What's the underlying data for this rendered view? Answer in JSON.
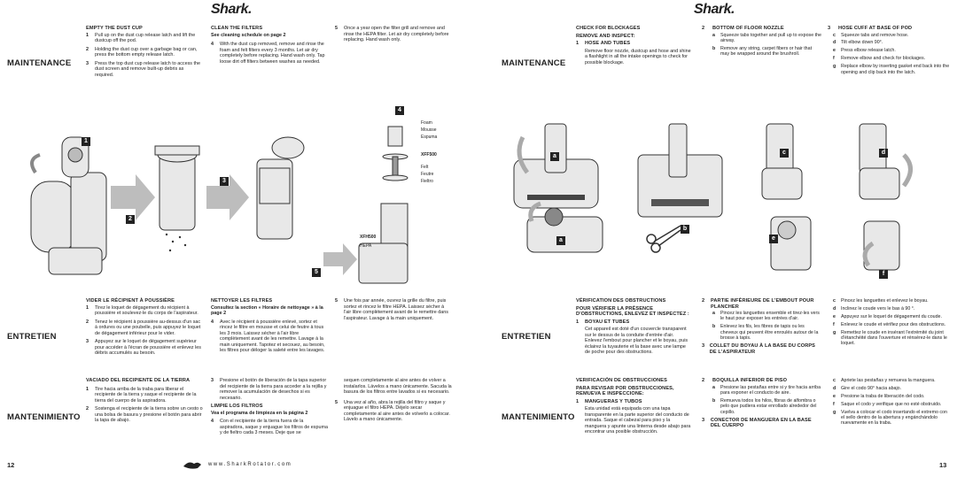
{
  "left_page": {
    "logo": "Shark.",
    "label_maintenance": "MAINTENANCE",
    "label_entretien": "ENTRETIEN",
    "label_mantenimiento": "MANTENIMIENTO",
    "en_col1": {
      "heading": "EMPTY THE DUST CUP",
      "steps": [
        {
          "n": "1",
          "t": "Pull up on the dust cup release latch and lift the dustcup off the pod."
        },
        {
          "n": "2",
          "t": "Holding the dust cup over a garbage bag or can, press the bottom empty release latch."
        },
        {
          "n": "3",
          "t": "Press the top dust cup release latch to access the dust screen and remove built-up debris as required."
        }
      ]
    },
    "en_col2": {
      "heading": "CLEAN THE FILTERS",
      "sub": "See cleaning schedule on page 2",
      "steps": [
        {
          "n": "4",
          "t": "With the dust cup removed, remove and rinse the foam and felt filters every 3 months. Let air dry completely before replacing. Hand wash only. Tap loose dirt off filters between washes as needed."
        }
      ]
    },
    "en_col3": {
      "steps": [
        {
          "n": "5",
          "t": "Once a year open the filter grill and remove and rinse the HEPA filter. Let air dry completely before replacing. Hand wash only."
        }
      ]
    },
    "filter_labels": {
      "foam": "Foam",
      "mousse": "Mousse",
      "espuma": "Espuma",
      "model1": "XFF500",
      "felt": "Felt",
      "feutre": "Feutre",
      "fieltro": "Fieltro",
      "model2": "XFH500",
      "hepa": "HEPA"
    },
    "step_markers": [
      "1",
      "2",
      "3",
      "4",
      "5"
    ],
    "fr_col1": {
      "heading": "VIDER LE RÉCIPIENT À POUSSIÈRE",
      "steps": [
        {
          "n": "1",
          "t": "Tirez le loquet de dégagement du récipient à poussière et soulevez-le du corps de l'aspirateur."
        },
        {
          "n": "2",
          "t": "Tenez le récipient à poussière au-dessus d'un sac à ordures ou une poubelle, puis appuyez le loquet de dégagement inférieur pour le vider."
        },
        {
          "n": "3",
          "t": "Appuyez sur le loquet de dégagement supérieur pour accéder à l'écran de poussière et enlevez les débris accumulés au besoin."
        }
      ]
    },
    "fr_col2": {
      "heading": "NETTOYER LES FILTRES",
      "sub": "Consultez la section « Horaire de nettoyage » à la page 2",
      "steps": [
        {
          "n": "4",
          "t": "Avec le récipient à poussière enlevé, sortez et rincez le filtre en mousse et celui de feutre à tous les 3 mois. Laissez sécher à l'air libre complètement avant de les remettre. Lavage à la main uniquement. Tapotez et secouez, au besoin, les filtres pour déloger la saleté entre les lavages."
        }
      ]
    },
    "fr_col3": {
      "steps": [
        {
          "n": "5",
          "t": "Une fois par année, ouvrez la grille du filtre, puis sortez et rincez le filtre HEPA. Laissez sécher à l'air libre complètement avant de le remettre dans l'aspirateur. Lavage à la main uniquement."
        }
      ]
    },
    "es_col1": {
      "heading": "VACIADO DEL RECIPIENTE DE LA TIERRA",
      "steps": [
        {
          "n": "1",
          "t": "Tire hacia arriba de la traba para liberar el recipiente de la tierra y saque el recipiente de la tierra del cuerpo de la aspiradora."
        },
        {
          "n": "2",
          "t": "Sostenga el recipiente de la tierra sobre un cesto o una bolsa de basura y presione el botón para abrir la tapa de abajo."
        }
      ]
    },
    "es_col2": {
      "steps": [
        {
          "n": "3",
          "t": "Presione el botón de liberación de la tapa superior del recipiente de la tierra para acceder a la rejilla y remover la acumulación de desechos si es necesario."
        }
      ],
      "heading": "LIMPIE LOS FILTROS",
      "sub": "Vea el programa de limpieza en la página 2",
      "steps2": [
        {
          "n": "4",
          "t": "Con el recipiente de la tierra fuera de la aspiradora, saque y enjuague los filtros de espuma y de fieltro cada 3 meses. Deje que se"
        }
      ]
    },
    "es_col3": {
      "cont": "sequen completamente al aire antes de volver a instalarlos. Lávelos a mano únicamente. Sacuda la basura de los filtros entre lavados si es necesario.",
      "steps": [
        {
          "n": "5",
          "t": "Una vez al año, abra la rejilla del filtro y saque y enjuague el filtro HEPA. Déjelo secar completamente al aire antes de volverlo a colocar. Lávelo a mano únicamente."
        }
      ]
    },
    "page_number": "12"
  },
  "footer": {
    "url": "www.SharkRotator.com"
  },
  "right_page": {
    "logo": "Shark.",
    "label_maintenance": "MAINTENANCE",
    "label_entretien": "ENTRETIEN",
    "label_mantenimiento": "MANTENIMIENTO",
    "en_col1": {
      "heading": "CHECK FOR BLOCKAGES",
      "sub": "REMOVE AND INSPECT:",
      "item_heading": {
        "n": "1",
        "t": "HOSE AND TUBES"
      },
      "body": "Remove floor nozzle, dustcup and hose and shine a flashlight in all the intake openings to check for possible blockage."
    },
    "en_col2": {
      "item_heading": {
        "n": "2",
        "t": "BOTTOM OF FLOOR NOZZLE"
      },
      "items": [
        {
          "n": "a",
          "t": "Squeeze tabs together and pull up to expose the airway."
        },
        {
          "n": "b",
          "t": "Remove any string, carpet fibers or hair that may be wrapped around the brushroll."
        }
      ]
    },
    "en_col3": {
      "item_heading": {
        "n": "3",
        "t": "HOSE CUFF AT BASE OF POD"
      },
      "items": [
        {
          "n": "c",
          "t": "Squeeze tabs and remove hose."
        },
        {
          "n": "d",
          "t": "Tilt elbow down 90°."
        },
        {
          "n": "e",
          "t": "Press elbow release latch."
        },
        {
          "n": "f",
          "t": "Remove elbow and check for blockages."
        },
        {
          "n": "g",
          "t": "Replace elbow by inserting gasket end back into the opening and clip back into the latch."
        }
      ]
    },
    "figure_markers": [
      "a",
      "b",
      "c",
      "d",
      "e",
      "f"
    ],
    "fr_col1": {
      "heading": "VÉRIFICATION DES OBSTRUCTIONS",
      "sub": "POUR VÉRIFIER LA PRÉSENCE D'OBSTRUCTIONS, ENLEVEZ ET INSPECTEZ :",
      "item_heading": {
        "n": "1",
        "t": "BOYAU ET TUBES"
      },
      "body": "Cet appareil est doté d'un couvercle transparent sur le dessus de la conduite d'entrée d'air. Enlevez l'embout pour plancher et le boyau, puis éclairez la tuyauterie et la base avec une lampe de poche pour des obstructions."
    },
    "fr_col2": {
      "item_heading": {
        "n": "2",
        "t": "PARTIE INFÉRIEURE DE L'EMBOUT POUR PLANCHER"
      },
      "items": [
        {
          "n": "a",
          "t": "Pincez les languettes ensemble et tirez-les vers le haut pour exposer les entrées d'air."
        },
        {
          "n": "b",
          "t": "Enlevez les fils, les fibres de tapis ou les cheveux qui peuvent être enroulés autour de la brosse à tapis."
        }
      ],
      "item_heading2": {
        "n": "3",
        "t": "COLLET DU BOYAU À LA BASE DU CORPS DE L'ASPIRATEUR"
      }
    },
    "fr_col3": {
      "items": [
        {
          "n": "c",
          "t": "Pincez les languettes et enlevez le boyau."
        },
        {
          "n": "d",
          "t": "Inclinez le coude vers le bas à 90 °."
        },
        {
          "n": "e",
          "t": "Appuyez sur le loquet de dégagement du coude."
        },
        {
          "n": "f",
          "t": "Enlevez le coude et vérifiez pour des obstructions."
        },
        {
          "n": "g",
          "t": "Remettez le coude en insérant l'extrémité du joint d'étanchéité dans l'ouverture et rénsérez-le dans le loquet."
        }
      ]
    },
    "es_col1": {
      "heading": "VERIFICACIÓN DE OBSTRUCCIONES",
      "sub": "PARA REVISAR POR OBSTRUCCIONES, REMUEVA E INSPECCIONE:",
      "item_heading": {
        "n": "1",
        "t": "MANGUERAS Y TUBOS"
      },
      "body": "Esta unidad está equipada con una tapa transparente en la parte superior del conducto de entrada. Saque el cabezal para piso y la manguera y apunte una linterna desde abajo para encontrar una posible obstrucción."
    },
    "es_col2": {
      "item_heading": {
        "n": "2",
        "t": "BOQUILLA INFERIOR DE PISO"
      },
      "items": [
        {
          "n": "a",
          "t": "Presione las pestañas entre si y tire hacia arriba para exponer el conducto de aire."
        },
        {
          "n": "b",
          "t": "Remueva todos los hilos, fibras de alfombra o pelo que pudiera estar enrollado alrededor del cepillo."
        }
      ],
      "item_heading2": {
        "n": "3",
        "t": "CONECTOR DE MANGUERA EN LA BASE DEL CUERPO"
      }
    },
    "es_col3": {
      "items": [
        {
          "n": "c",
          "t": "Apriete las pestañas y remueva la manguera."
        },
        {
          "n": "d",
          "t": "Gire el codo 90° hacia abajo."
        },
        {
          "n": "e",
          "t": "Presione la traba de liberación del codo."
        },
        {
          "n": "f",
          "t": "Saque el codo y verifique que no esté obstruido."
        },
        {
          "n": "g",
          "t": "Vuelva a colocar el codo insertando el extremo con el sello dentro de la abertura y engánchándolo nuevamente en la traba."
        }
      ]
    },
    "page_number": "13"
  }
}
